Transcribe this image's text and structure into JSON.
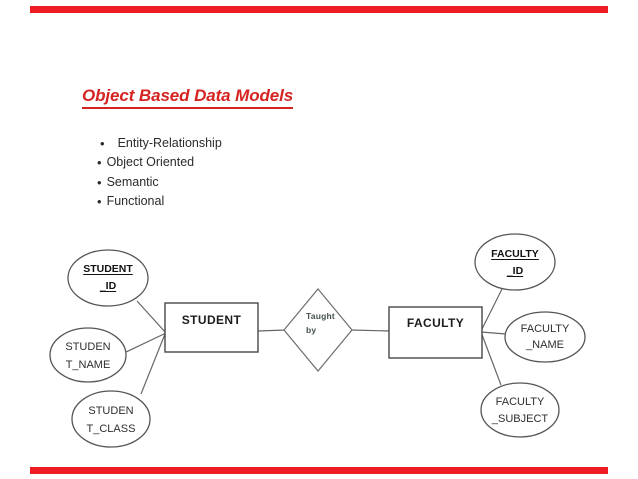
{
  "slide": {
    "title": "Object Based Data Models",
    "bullet_marker": "•",
    "bullets": [
      "Entity-Relationship",
      "Object Oriented",
      "Semantic",
      "Functional"
    ]
  },
  "diagram": {
    "entities": [
      {
        "name": "STUDENT"
      },
      {
        "name": "FACULTY"
      }
    ],
    "relationship": {
      "name": "Taught by",
      "lines": [
        "Taught",
        "by"
      ]
    },
    "attributes": [
      {
        "entity": "STUDENT",
        "key": true,
        "lines": [
          "STUDENT",
          "_ID"
        ]
      },
      {
        "entity": "STUDENT",
        "key": false,
        "lines": [
          "STUDEN",
          "T_NAME"
        ]
      },
      {
        "entity": "STUDENT",
        "key": false,
        "lines": [
          "STUDEN",
          "T_CLASS"
        ]
      },
      {
        "entity": "FACULTY",
        "key": true,
        "lines": [
          "FACULTY",
          "_ID"
        ]
      },
      {
        "entity": "FACULTY",
        "key": false,
        "lines": [
          "FACULTY",
          "_NAME"
        ]
      },
      {
        "entity": "FACULTY",
        "key": false,
        "lines": [
          "FACULTY",
          "_SUBJECT"
        ]
      }
    ]
  },
  "colors": {
    "accent_bar": "#ee1c25",
    "title": "#d42320",
    "body_text": "#2b2b2b",
    "diagram_stroke": "#555555",
    "relationship_text": "#44514a"
  }
}
